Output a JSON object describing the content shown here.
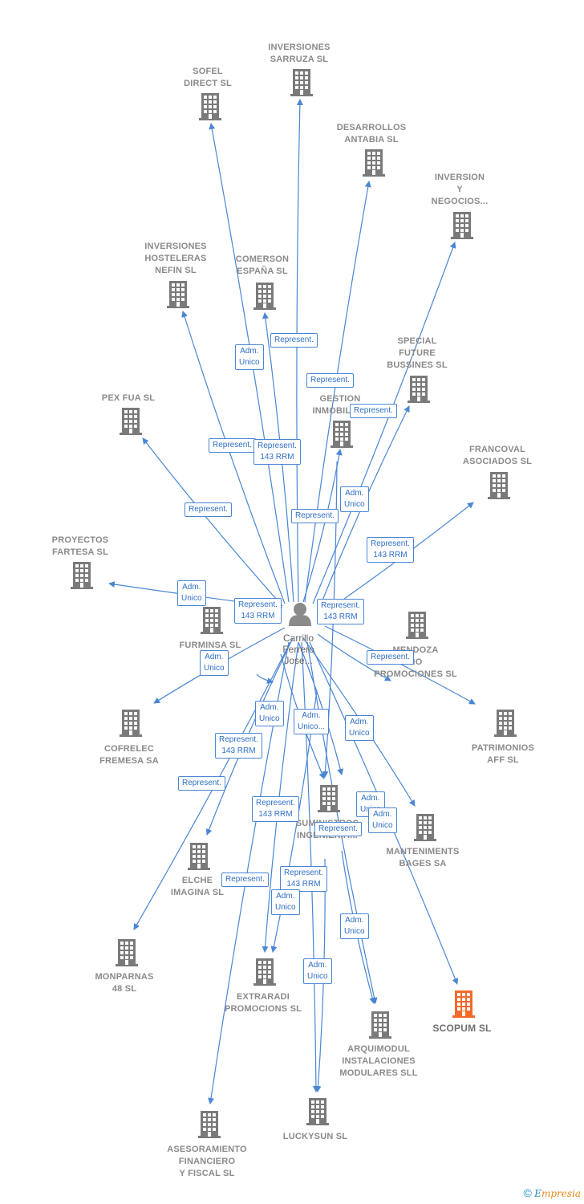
{
  "colors": {
    "edge": "#4a86d4",
    "building": "#7a7a7a",
    "highlight": "#f26b2a",
    "edge_label_text": "#2f6fc6"
  },
  "center": {
    "name_lines": [
      "Carrillo",
      "Ferrero",
      "Jose..."
    ],
    "icon": "person-icon"
  },
  "companies": [
    {
      "id": "inversiones-sarruza",
      "lines": [
        "INVERSIONES",
        "SARRUZA SL"
      ]
    },
    {
      "id": "sofel-direct",
      "lines": [
        "SOFEL",
        "DIRECT SL"
      ]
    },
    {
      "id": "desarrollos-antabia",
      "lines": [
        "DESARROLLOS",
        "ANTABIA SL"
      ]
    },
    {
      "id": "inversion-negocios",
      "lines": [
        "INVERSION",
        "Y",
        "NEGOCIOS..."
      ]
    },
    {
      "id": "inversiones-hosteleras",
      "lines": [
        "INVERSIONES",
        "HOSTELERAS",
        "NEFIN SL"
      ]
    },
    {
      "id": "comerson",
      "lines": [
        "COMERSON",
        "ESPAÑA SL"
      ]
    },
    {
      "id": "special-future",
      "lines": [
        "SPECIAL",
        "FUTURE",
        "BUSSINES SL"
      ]
    },
    {
      "id": "gestion",
      "lines": [
        "GESTION",
        "INMOBILIA..."
      ]
    },
    {
      "id": "pex-fua",
      "lines": [
        "PEX FUA SL"
      ]
    },
    {
      "id": "francoval",
      "lines": [
        "FRANCOVAL",
        "ASOCIADOS SL"
      ]
    },
    {
      "id": "proyectos-fartesa",
      "lines": [
        "PROYECTOS",
        "FARTESA SL"
      ]
    },
    {
      "id": "furminsa",
      "lines": [
        "FURMINSA SL"
      ]
    },
    {
      "id": "mendoza",
      "lines": [
        "MENDOZA",
        "NO",
        "PROMOCIONES SL"
      ]
    },
    {
      "id": "cofrelec",
      "lines": [
        "COFRELEC",
        "FREMESA SA"
      ]
    },
    {
      "id": "patrimonios",
      "lines": [
        "PATRIMONIOS",
        "AFF SL"
      ]
    },
    {
      "id": "suministros",
      "lines": [
        "SUMINISTROS",
        "INGENIERIA..."
      ]
    },
    {
      "id": "manteniments",
      "lines": [
        "MANTENIMENTS",
        "BAGES SA"
      ]
    },
    {
      "id": "elche-imagina",
      "lines": [
        "ELCHE",
        "IMAGINA SL"
      ]
    },
    {
      "id": "monparnas",
      "lines": [
        "MONPARNAS",
        "48 SL"
      ]
    },
    {
      "id": "extraradi",
      "lines": [
        "EXTRARADI",
        "PROMOCIONS SL"
      ]
    },
    {
      "id": "scopum",
      "lines": [
        "SCOPUM SL"
      ],
      "highlight": true
    },
    {
      "id": "arquimodul",
      "lines": [
        "ARQUIMODUL",
        "INSTALACIONES",
        "MODULARES SLL"
      ]
    },
    {
      "id": "luckysun",
      "lines": [
        "LUCKYSUN SL"
      ]
    },
    {
      "id": "asesoramiento",
      "lines": [
        "ASESORAMIENTO",
        "FINANCIERO",
        "Y FISCAL SL"
      ]
    }
  ],
  "edge_labels": [
    {
      "id": "e1",
      "lines": [
        "Adm.",
        "Unico"
      ]
    },
    {
      "id": "e2",
      "lines": [
        "Represent."
      ]
    },
    {
      "id": "e3",
      "lines": [
        "Represent."
      ]
    },
    {
      "id": "e4",
      "lines": [
        "Represent."
      ]
    },
    {
      "id": "e5",
      "lines": [
        "Represent."
      ]
    },
    {
      "id": "e6",
      "lines": [
        "Represent.",
        "143 RRM"
      ]
    },
    {
      "id": "e7",
      "lines": [
        "Represent."
      ]
    },
    {
      "id": "e8",
      "lines": [
        "Adm.",
        "Unico"
      ]
    },
    {
      "id": "e9",
      "lines": [
        "Represent."
      ]
    },
    {
      "id": "e10",
      "lines": [
        "Represent.",
        "143 RRM"
      ]
    },
    {
      "id": "e11",
      "lines": [
        "Adm.",
        "Unico"
      ]
    },
    {
      "id": "e12",
      "lines": [
        "Represent.",
        "143 RRM"
      ]
    },
    {
      "id": "e13",
      "lines": [
        "Represent.",
        "143 RRM"
      ]
    },
    {
      "id": "e14",
      "lines": [
        "Adm.",
        "Unico"
      ]
    },
    {
      "id": "e15",
      "lines": [
        "Represent."
      ]
    },
    {
      "id": "e16",
      "lines": [
        "Adm.",
        "Unico"
      ]
    },
    {
      "id": "e17",
      "lines": [
        "Adm.",
        "Unico..."
      ]
    },
    {
      "id": "e18",
      "lines": [
        "Adm.",
        "Unico"
      ]
    },
    {
      "id": "e19",
      "lines": [
        "Represent.",
        "143 RRM"
      ]
    },
    {
      "id": "e20",
      "lines": [
        "Represent."
      ]
    },
    {
      "id": "e21",
      "lines": [
        "Represent.",
        "143 RRM"
      ]
    },
    {
      "id": "e22",
      "lines": [
        "Adm.",
        "Unico"
      ]
    },
    {
      "id": "e23",
      "lines": [
        "Represent."
      ]
    },
    {
      "id": "e24",
      "lines": [
        "Adm.",
        "Unico"
      ]
    },
    {
      "id": "e25",
      "lines": [
        "Represent."
      ]
    },
    {
      "id": "e26",
      "lines": [
        "Represent.",
        "143 RRM"
      ]
    },
    {
      "id": "e27",
      "lines": [
        "Adm.",
        "Unico"
      ]
    },
    {
      "id": "e28",
      "lines": [
        "Adm.",
        "Unico"
      ]
    },
    {
      "id": "e29",
      "lines": [
        "Adm.",
        "Unico"
      ]
    }
  ],
  "footer": {
    "copyright": "©",
    "brand_initial": "E",
    "brand_rest": "mpresia"
  }
}
